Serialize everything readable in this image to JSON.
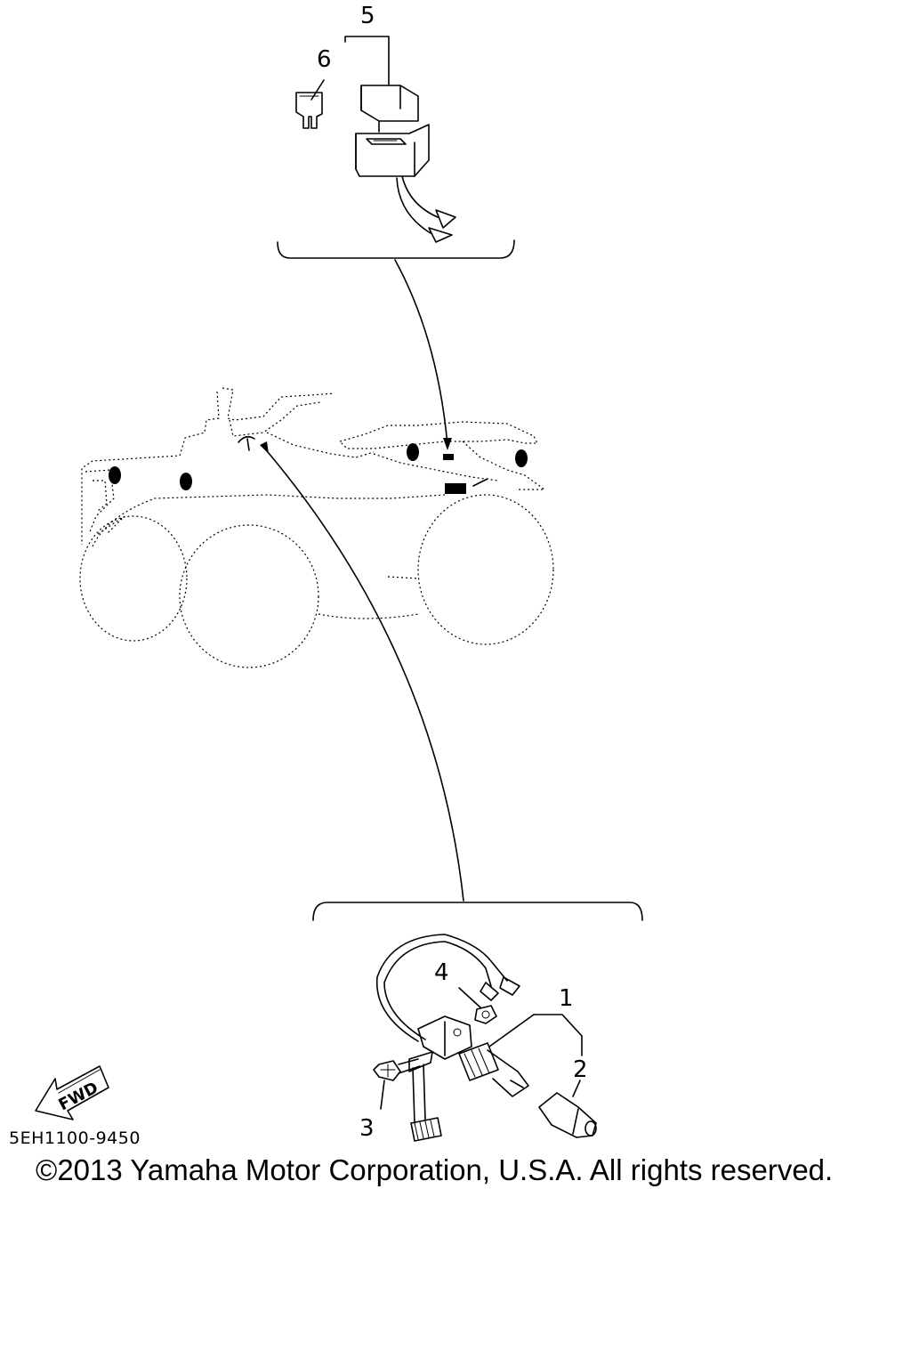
{
  "callouts": {
    "part_1": "1",
    "part_2": "2",
    "part_3": "3",
    "part_4": "4",
    "part_5": "5",
    "part_6": "6"
  },
  "fwd_label": "FWD",
  "diagram_code": "5EH1100-9450",
  "copyright": "©2013 Yamaha Motor Corporation, U.S.A. All rights reserved."
}
